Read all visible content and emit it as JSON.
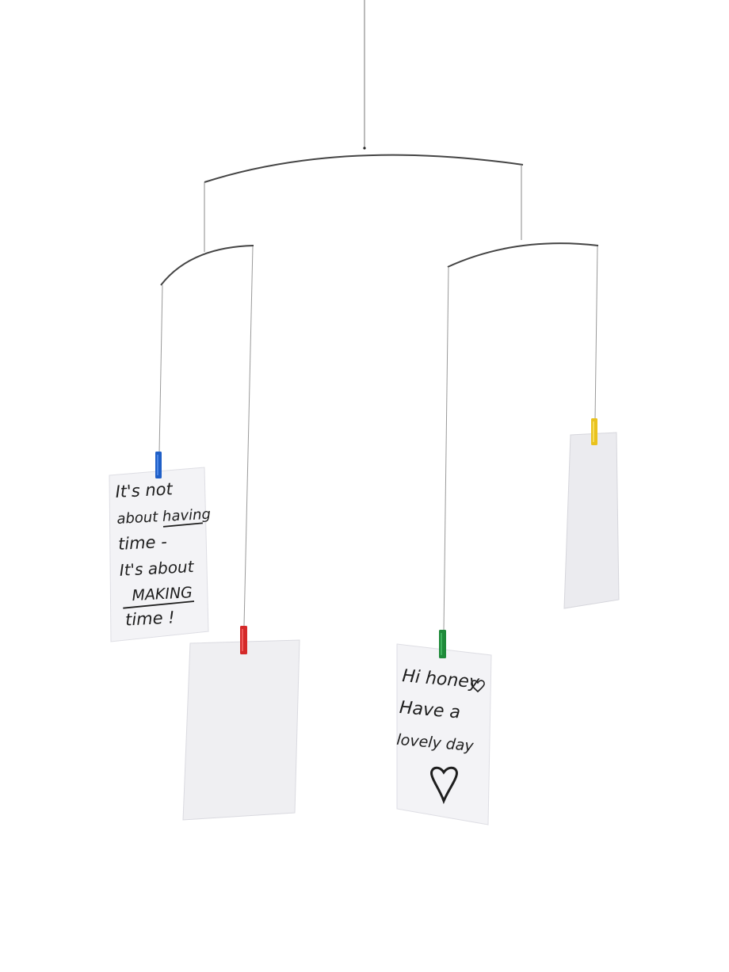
{
  "scene": {
    "background": "#ffffff",
    "wire_color": "#555555",
    "card_color": "#eeeef2",
    "card_edge_color": "#d9d9df"
  },
  "cards": [
    {
      "id": "card-quote",
      "clip_color": "#1f5fc7",
      "lines": [
        "It's not",
        "about having",
        "time -",
        "It's about",
        "MAKING",
        "time !"
      ]
    },
    {
      "id": "card-blank-red",
      "clip_color": "#d42a2a",
      "lines": []
    },
    {
      "id": "card-honey",
      "clip_color": "#1f8a3a",
      "lines": [
        "Hi honey",
        "Have a",
        "lovely day"
      ]
    },
    {
      "id": "card-blank-yellow",
      "clip_color": "#e9c21d",
      "lines": []
    }
  ],
  "icons": {
    "heart_small": "heart-icon",
    "heart_large": "heart-icon"
  }
}
